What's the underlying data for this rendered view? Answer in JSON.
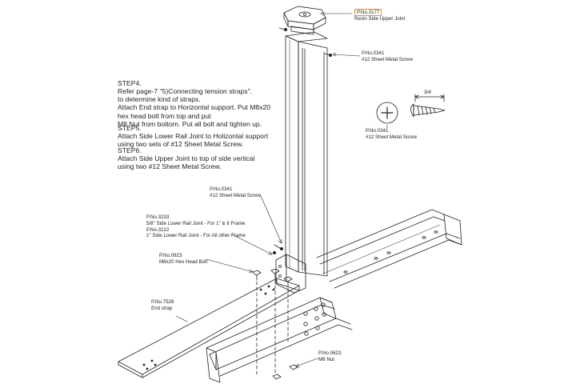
{
  "steps": {
    "step4": {
      "heading": "STEP4.",
      "lines": [
        "Refer page-7  \"5)Connecting tension straps\".",
        "to determine kind of straps.",
        "Attach End strap to Horizontal support. Put M8x20",
        "hex head bolt from top and put",
        "M8 Nut from bottom. Put all bolt and tighten up."
      ]
    },
    "step5": {
      "heading": "STEP5.",
      "lines": [
        "Attach Side Lower Rail Joint to Holizontal support",
        "using two sets of #12 Sheet Metal Screw."
      ]
    },
    "step6": {
      "heading": "STEP6.",
      "lines": [
        "Attach Side Upper Joint to top of side vertical",
        "using two #12 Sheet Metal Screw."
      ]
    }
  },
  "labels": {
    "upper_joint": {
      "pn": "P.No.3177",
      "desc": "Resin Side Upper Joint"
    },
    "screw_top": {
      "pn": "P.No.0341",
      "desc": "#12 Sheet Metal Screw"
    },
    "screw_detail": {
      "pn": "P.No.0341",
      "desc": "#12 Sheet Metal Screw",
      "dim": "3/4"
    },
    "screw_mid": {
      "pn": "P.No.0341",
      "desc": "#12 Sheet Metal Screw"
    },
    "lower_rail_joint": {
      "pn1": "P.No.3233",
      "desc1": "5/8\" Side Lower Rail Joint - For 1\" & 6 Frame",
      "pn2": "P.No.3222",
      "desc2": "1\" Side Lower Rail Joint - For All other Frame"
    },
    "hex_bolt": {
      "pn": "P.No.0923",
      "desc": "M8x20 Hex Head Bolt"
    },
    "end_strap": {
      "pn": "P.No.7528",
      "desc": "End strap"
    },
    "nut": {
      "pn": "P.No.0623",
      "desc": "M8 Nut"
    }
  },
  "colors": {
    "line": "#222222",
    "callout_box": "#d6a020",
    "background": "#ffffff"
  }
}
